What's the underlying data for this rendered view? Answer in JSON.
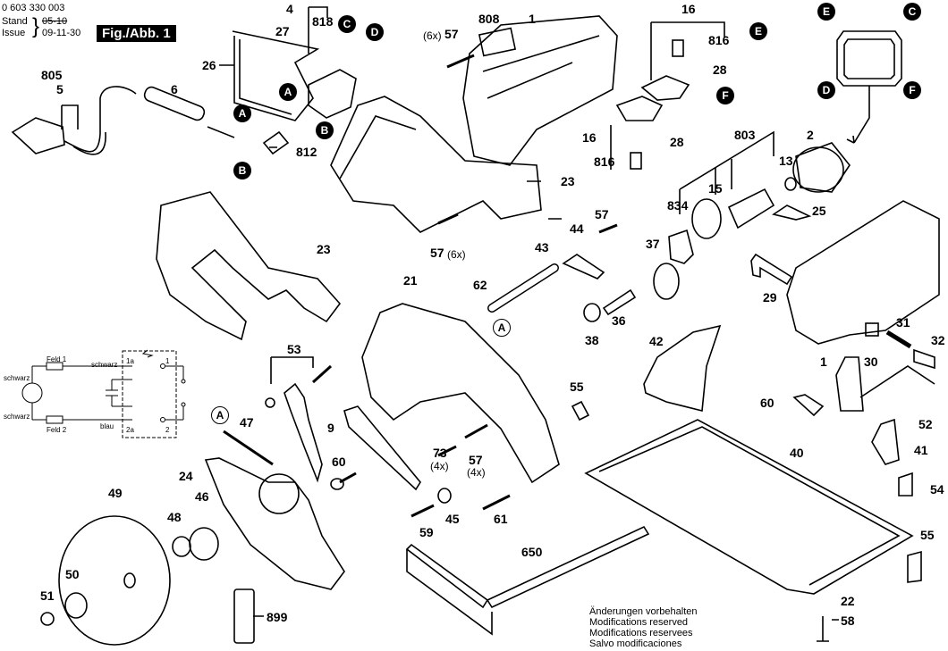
{
  "header": {
    "part_number": "0 603 330 003",
    "stand_label": "Stand",
    "stand_value_struck": "05-10",
    "issue_label": "Issue",
    "issue_value": "09-11-30",
    "figure_label": "Fig./Abb. 1"
  },
  "connectors": [
    "A",
    "B",
    "C",
    "D",
    "E",
    "F"
  ],
  "part_labels": {
    "p4": "4",
    "p818": "818",
    "p27": "27",
    "p26": "26",
    "p805": "805",
    "p5": "5",
    "p6": "6",
    "p812": "812",
    "p808": "808",
    "p1_top": "1",
    "p57_top": "57",
    "p57_top_qty": "(6x)",
    "p16_top": "16",
    "p816_top": "816",
    "p28_top": "28",
    "p16_mid": "16",
    "p816_mid": "816",
    "p28_mid": "28",
    "p23_right": "23",
    "p57_mid": "57",
    "p57_mid_qty": "(6x)",
    "p803": "803",
    "p2": "2",
    "p13": "13",
    "p15": "15",
    "p834": "834",
    "p25": "25",
    "p23_left": "23",
    "p57_shaft": "57",
    "p44": "44",
    "p43": "43",
    "p37": "37",
    "p62": "62",
    "p21": "21",
    "p36": "36",
    "p38": "38",
    "p29": "29",
    "p31": "31",
    "p32": "32",
    "p1_motor": "1",
    "p30": "30",
    "p42": "42",
    "p53": "53",
    "p55_left": "55",
    "p60_mid": "60",
    "p52": "52",
    "p47": "47",
    "p9": "9",
    "p73": "73",
    "p73_qty": "(4x)",
    "p57_low": "57",
    "p57_low_qty": "(4x)",
    "p40": "40",
    "p41": "41",
    "p60_low": "60",
    "p24": "24",
    "p54": "54",
    "p49": "49",
    "p46": "46",
    "p48": "48",
    "p59": "59",
    "p45": "45",
    "p61": "61",
    "p55_right": "55",
    "p650": "650",
    "p50": "50",
    "p51": "51",
    "p22": "22",
    "p899": "899",
    "p58": "58"
  },
  "wiring": {
    "feld1": "Feld 1",
    "feld2": "Feld 2",
    "wire_schwarz_top": "schwarz",
    "wire_schwarz_mid": "schwarz",
    "wire_schwarz_bottom": "schwarz",
    "wire_blau": "blau",
    "terminal_1a": "1a",
    "terminal_1": "1",
    "terminal_2a": "2a",
    "terminal_2": "2"
  },
  "notice": [
    "Änderungen vorbehalten",
    "Modifications reserved",
    "Modifications reservees",
    "Salvo modificaciones"
  ]
}
